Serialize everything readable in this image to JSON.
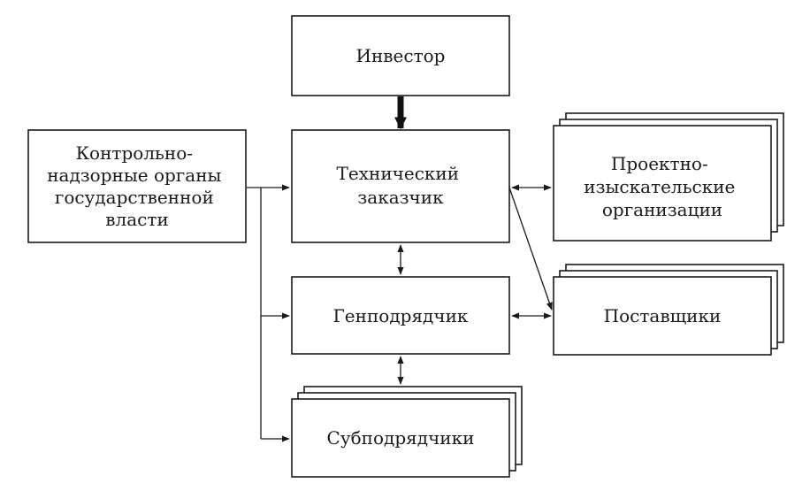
{
  "nodes": {
    "investor": {
      "lines": [
        "Инвестор"
      ]
    },
    "control": {
      "lines": [
        "Контрольно-",
        "надзорные органы",
        "государственной",
        "власти"
      ]
    },
    "customer": {
      "lines": [
        "Технический",
        "заказчик"
      ]
    },
    "design": {
      "lines": [
        "Проектно-",
        "изыскательские",
        "организации"
      ]
    },
    "general": {
      "lines": [
        "Генподрядчик"
      ]
    },
    "suppliers": {
      "lines": [
        "Поставщики"
      ]
    },
    "subcontractors": {
      "lines": [
        "Субподрядчики"
      ]
    }
  },
  "colors": {
    "stroke": "#1a1a1a",
    "background": "#ffffff"
  }
}
